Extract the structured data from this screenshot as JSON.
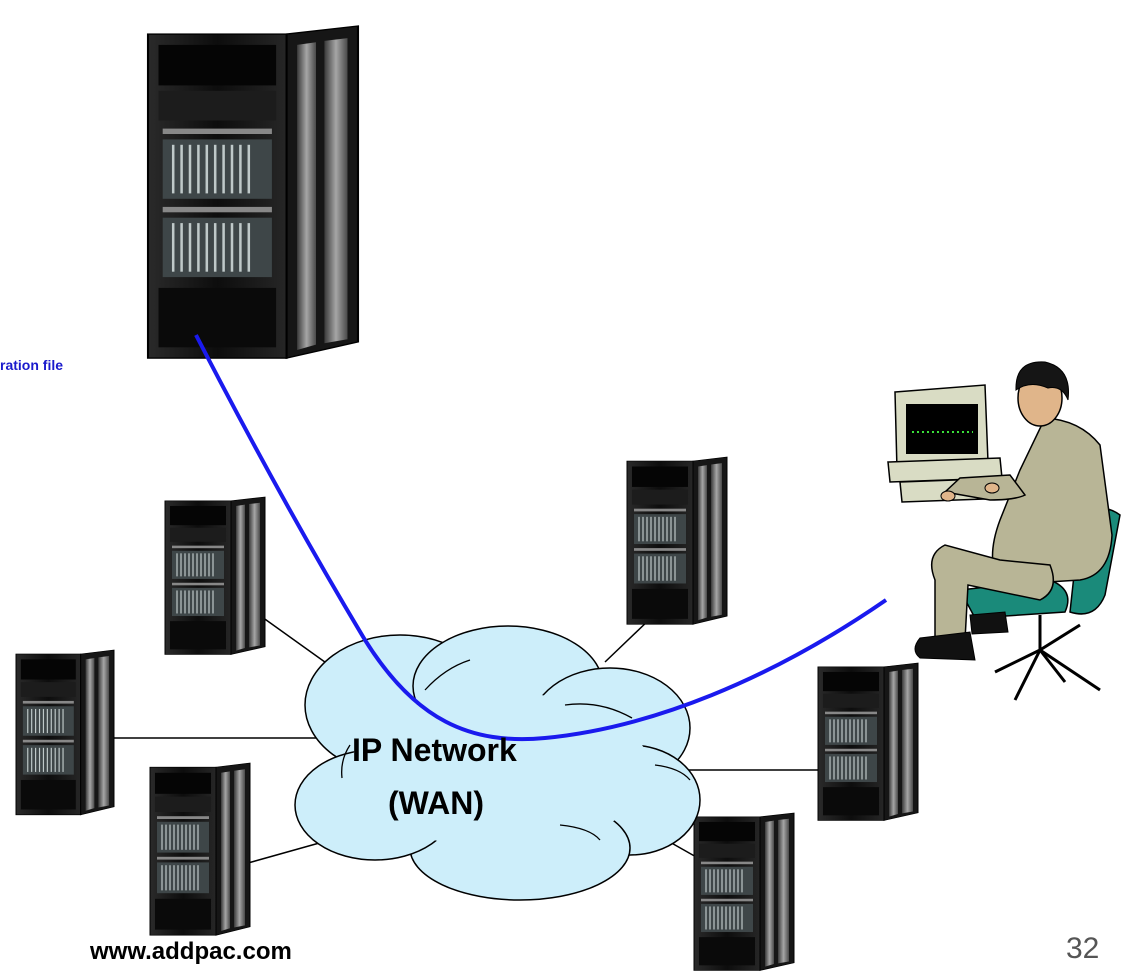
{
  "annotation": "ration file",
  "cloud": {
    "line1": "IP Network",
    "line2": "(WAN)"
  },
  "footer": {
    "website": "www.addpac.com",
    "page_number": "32"
  },
  "colors": {
    "cable": "#1a1aee",
    "cloud_fill": "#cdeefa",
    "rack": "#161616",
    "suit": "#b8b596",
    "chair": "#1a8a7a"
  },
  "icons": [
    "server-rack",
    "network-cloud",
    "operator-workstation"
  ]
}
